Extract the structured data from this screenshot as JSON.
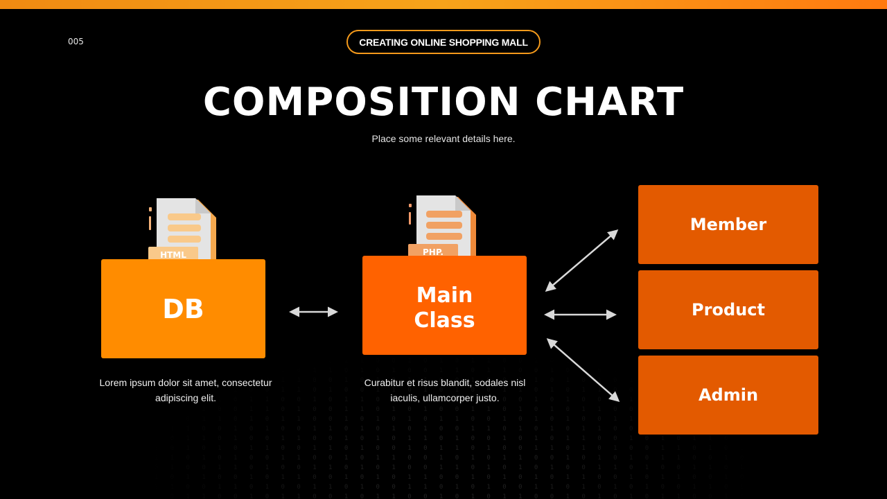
{
  "header": {
    "page_number": "005",
    "tag": "CREATING ONLINE SHOPPING MALL",
    "title": "COMPOSITION CHART",
    "subtitle": "Place some relevant details here."
  },
  "nodes": {
    "db": {
      "label": "DB",
      "icon_label": "HTML",
      "caption_line1": "Lorem ipsum dolor sit amet, consectetur",
      "caption_line2": "adipiscing elit."
    },
    "main": {
      "label_line1": "Main",
      "label_line2": "Class",
      "icon_label": "PHP.",
      "caption_line1": "Curabitur et risus blandit, sodales nisl",
      "caption_line2": "iaculis, ullamcorper justo."
    },
    "modules": [
      {
        "label": "Member"
      },
      {
        "label": "Product"
      },
      {
        "label": "Admin"
      }
    ]
  },
  "colors": {
    "accent": "#ff8c00",
    "main": "#ff6200",
    "module": "#e35a00",
    "background": "#000000"
  }
}
